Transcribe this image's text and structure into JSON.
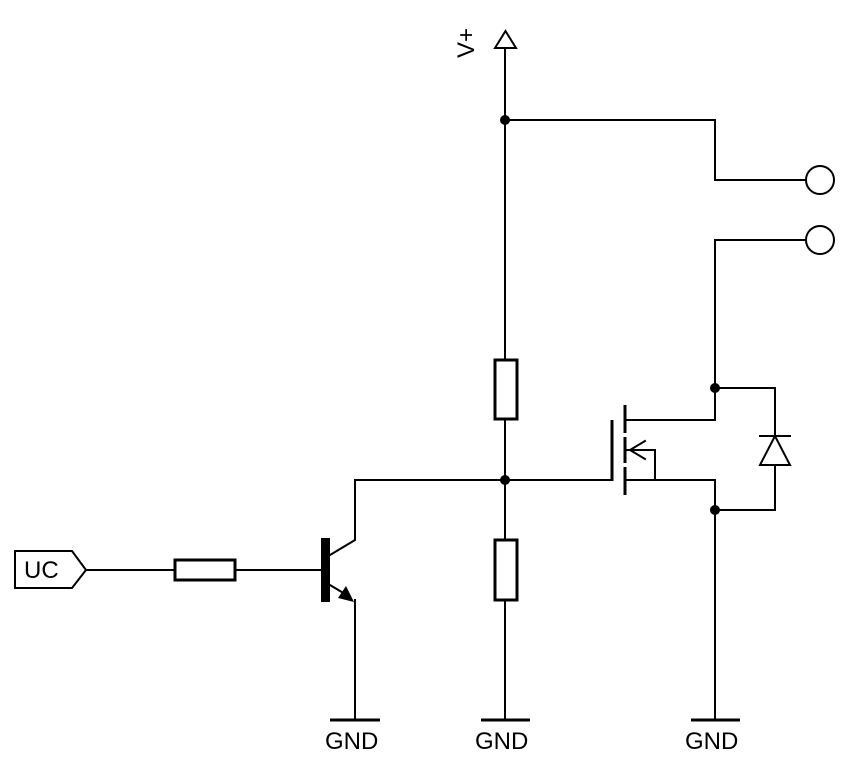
{
  "labels": {
    "supply": "V+",
    "input": "UC",
    "ground": "GND"
  },
  "colors": {
    "line": "#000000",
    "background": "#ffffff"
  }
}
